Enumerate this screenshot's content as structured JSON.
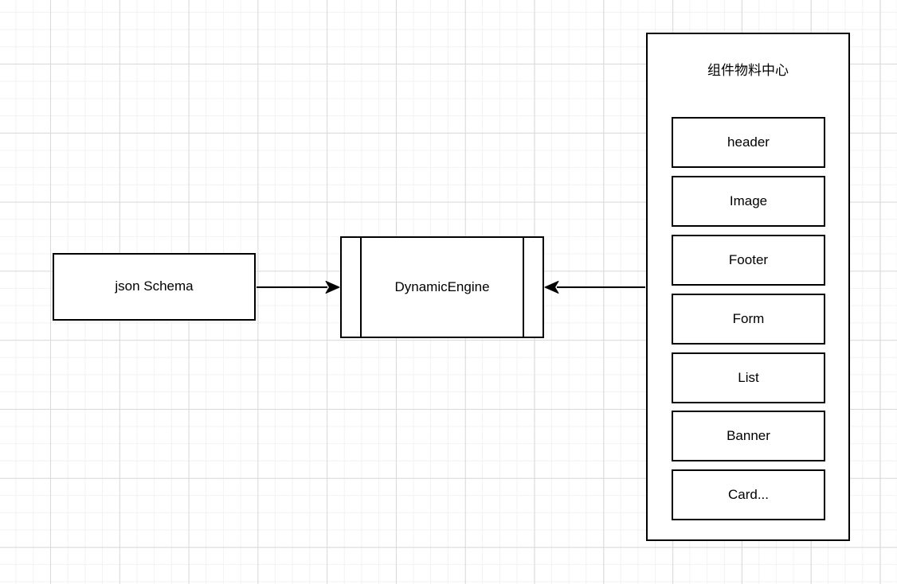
{
  "diagram": {
    "nodes": {
      "json_schema": {
        "label": "json Schema"
      },
      "dynamic_engine": {
        "label": "DynamicEngine"
      },
      "material_center": {
        "title": "组件物料中心",
        "components": [
          "header",
          "Image",
          "Footer",
          "Form",
          "List",
          "Banner",
          "Card..."
        ]
      }
    },
    "connections": [
      {
        "from": "json_schema",
        "to": "dynamic_engine",
        "direction": "right"
      },
      {
        "from": "material_center",
        "to": "dynamic_engine",
        "direction": "left"
      }
    ],
    "colors": {
      "stroke": "#000000",
      "shape_fill": "#ffffff",
      "background": "#ffffff",
      "grid_minor": "#f2f2f2",
      "grid_major": "#d9d9d9"
    }
  }
}
